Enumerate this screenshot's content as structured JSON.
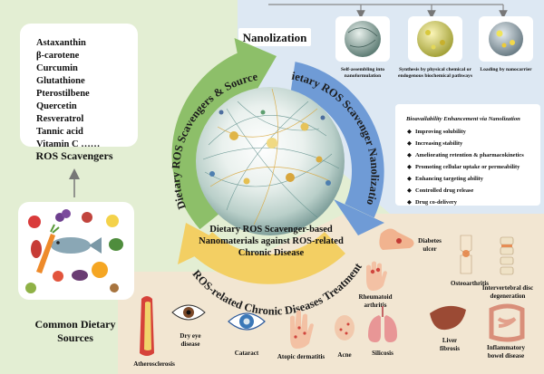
{
  "scavengers": {
    "items": [
      "Astaxanthin",
      "β-carotene",
      "Curcumin",
      "Glutathione",
      "Pterostilbene",
      "Quercetin",
      "Resveratrol",
      "Tannic acid",
      "Vitamin C ……"
    ],
    "title": "ROS Scavengers"
  },
  "sources": {
    "line1": "Common Dietary",
    "line2": "Sources"
  },
  "nanolization": {
    "title": "Nanolization",
    "cards": [
      {
        "line1": "Self-assembling into",
        "line2": "nanoformulation"
      },
      {
        "line1": "Synthesis by physical chemical or",
        "line2": "endogenous biochemical pathways"
      },
      {
        "line1": "Loading by nanocarrier",
        "line2": ""
      }
    ]
  },
  "enhancement": {
    "title": "Bioavailability Enhancement via Nanolization",
    "items": [
      "Improving solubility",
      "Increasing stability",
      "Ameliorating retention & pharmacokinetics",
      "Promoting cellular uptake or permeability",
      "Enhancing targeting ability",
      "Controlled drug release",
      "Drug co-delivery"
    ]
  },
  "arcs": {
    "left": "Dietary ROS Scavengers & Sources",
    "right": "Dietary ROS Scavenger Nanolization",
    "bottom": "ROS-related Chronic Diseases Treatment"
  },
  "center": {
    "line1": "Dietary ROS Scavenger-based",
    "line2": "Nanomaterials against ROS-related",
    "line3": "Chronic Disease"
  },
  "diseases": {
    "diabetes_ulcer": [
      "Diabetes",
      "ulcer"
    ],
    "osteoarthritis": [
      "Osteoarthritis"
    ],
    "ivd": [
      "Intervertebral disc",
      "degeneration"
    ],
    "rheumatoid": [
      "Rheumatoid",
      "arthritis"
    ],
    "dry_eye": [
      "Dry eye",
      "disease"
    ],
    "atherosclerosis": [
      "Atherosclerosis"
    ],
    "cataract": [
      "Cataract"
    ],
    "atopic": [
      "Atopic dermatitis"
    ],
    "acne": [
      "Acne"
    ],
    "silicosis": [
      "Silicosis"
    ],
    "liver": [
      "Liver",
      "fibrosis"
    ],
    "ibd": [
      "Inflammatory",
      "bowel disease"
    ]
  },
  "colors": {
    "green_panel": "#e3eed3",
    "blue_panel": "#dde8f3",
    "tan_panel": "#f2e6d2",
    "green_arc": "#8dbf69",
    "blue_arc": "#6f9bd6",
    "yellow_arc": "#f3cf63"
  }
}
